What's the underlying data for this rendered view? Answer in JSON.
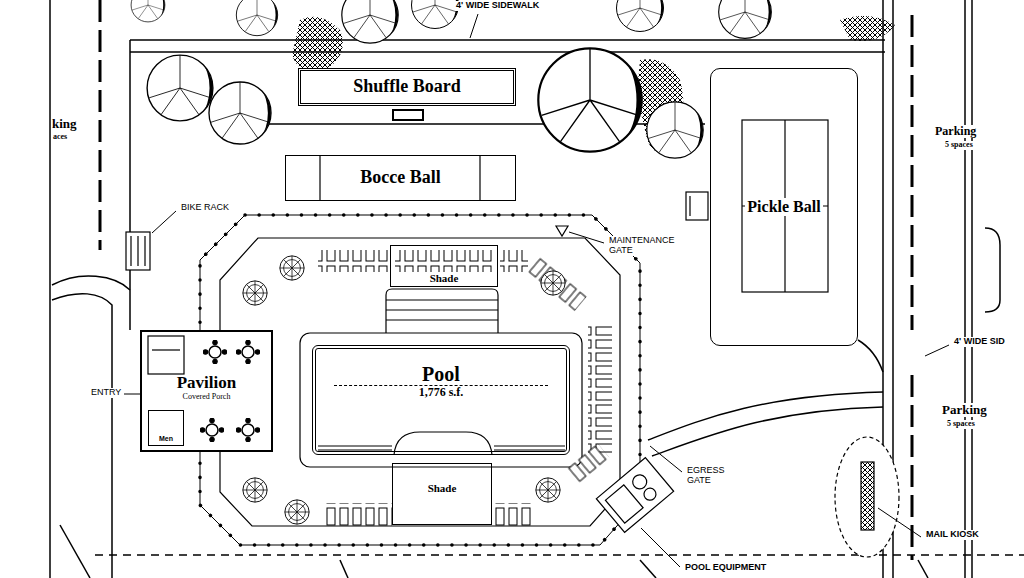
{
  "diagram": {
    "nodes": [
      {
        "text": [
          "Shuffle Board"
        ]
      },
      {
        "text": [
          "Bocce Ball"
        ]
      },
      {
        "text": [
          "Pickle Ball"
        ]
      },
      {
        "text": [
          "Shade"
        ]
      },
      {
        "text": [
          "Pavilion",
          "Covered Porch"
        ]
      },
      {
        "text": [
          "Men"
        ],
        "in": 4
      },
      {
        "text": [
          "Pool",
          "1,776 s.f."
        ]
      },
      {
        "text": [
          "Shade"
        ]
      }
    ],
    "labels": [
      "4' WIDE SIDEWALK",
      "king",
      "aces",
      "Parking",
      "5 spaces",
      "BIKE RACK",
      "MAINTENANCE GATE",
      "4' WIDE SID",
      "ENTRY",
      "Parking",
      "5 spaces",
      "EGRESS GATE",
      "MAIL KIOSK",
      "POOL EQUIPMENT"
    ]
  }
}
